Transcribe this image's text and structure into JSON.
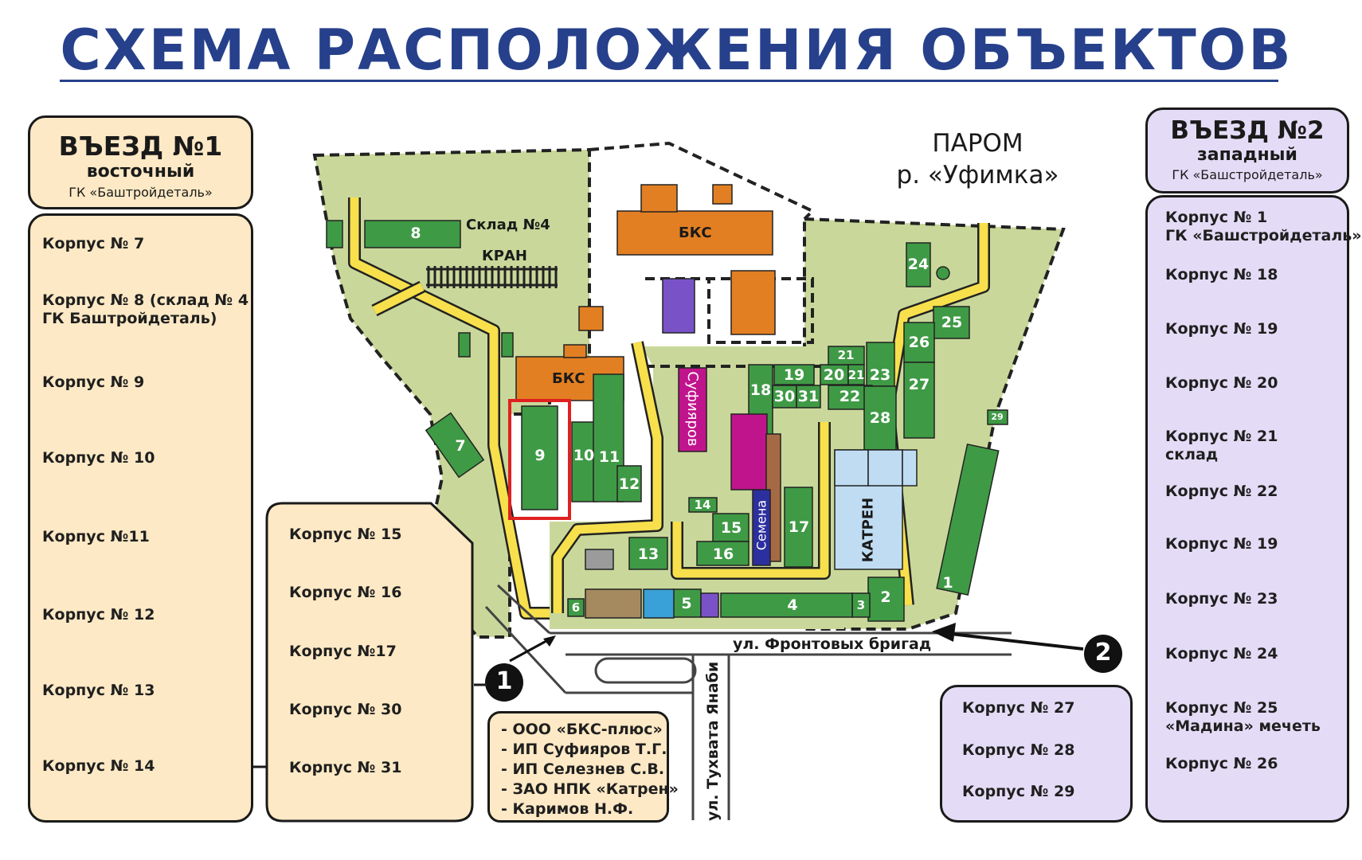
{
  "title": "СХЕМА РАСПОЛОЖЕНИЯ ОБЪЕКТОВ",
  "entrance1": {
    "title": "ВЪЕЗД №1",
    "side": "восточный",
    "owner": "ГК «Баштройдеталь»"
  },
  "entrance2": {
    "title": "ВЪЕЗД №2",
    "side": "западный",
    "owner": "ГК «Башстройдеталь»"
  },
  "list_left": [
    "Корпус № 7",
    "Корпус № 8 (склад № 4\nГК Баштройдеталь)",
    "Корпус № 9",
    "Корпус № 10",
    "Корпус №11",
    "Корпус № 12",
    "Корпус № 13",
    "Корпус № 14"
  ],
  "list_middle": [
    "Корпус № 15",
    "Корпус № 16",
    "Корпус №17",
    "Корпус № 30",
    "Корпус № 31"
  ],
  "list_right": [
    "Корпус № 1\nГК «Башстройдеталь»",
    "Корпус № 18",
    "Корпус № 19",
    "Корпус № 20",
    "Корпус № 21\nсклад",
    "Корпус № 22",
    "Корпус № 19",
    "Корпус № 23",
    "Корпус № 24",
    "Корпус № 25\n«Мадина» мечеть",
    "Корпус № 26"
  ],
  "list_bottom_right": [
    "Корпус № 27",
    "Корпус № 28",
    "Корпус № 29"
  ],
  "organizations": [
    "- ООО «БКС-плюс»",
    "- ИП Суфияров Т.Г.",
    "- ИП Селезнев С.В.",
    "- ЗАО НПК «Катрен»",
    "- Каримов Н.Ф."
  ],
  "ferry": {
    "line1": "ПАРОМ",
    "line2": "р. «Уфимка»"
  },
  "street1": "ул. Фронтовых бригад",
  "street2": "ул. Тухвата Янаби",
  "markers": {
    "entry1": "1",
    "entry2": "2"
  },
  "map_labels": {
    "sklad": "Склад №4",
    "kran": "КРАН",
    "bks1": "БКС",
    "bks2": "БКС",
    "sufiyarov": "Суфияров",
    "semena": "Семена",
    "katren": "КАТРЕН",
    "b1": "1",
    "b2": "2",
    "b3": "3",
    "b4": "4",
    "b5": "5",
    "b6": "6",
    "b7": "7",
    "b8": "8",
    "b9": "9",
    "b10": "10",
    "b11": "11",
    "b12": "12",
    "b13": "13",
    "b14": "14",
    "b15": "15",
    "b16": "16",
    "b17": "17",
    "b18": "18",
    "b19": "19",
    "b20": "20",
    "b21a": "21",
    "b21b": "21",
    "b22": "22",
    "b23": "23",
    "b24": "24",
    "b25": "25",
    "b26": "26",
    "b27": "27",
    "b28": "28",
    "b29": "29",
    "b30": "30",
    "b31": "31"
  },
  "colors": {
    "title": "#26408b",
    "ground": "#c9d89a",
    "building": "#3f9a45",
    "road": "#f7e04c",
    "orange": "#e27f22",
    "magenta": "#c0148c",
    "purple": "#7a52c8",
    "katren": "#bfdcf2",
    "highlight": "#e02020"
  }
}
